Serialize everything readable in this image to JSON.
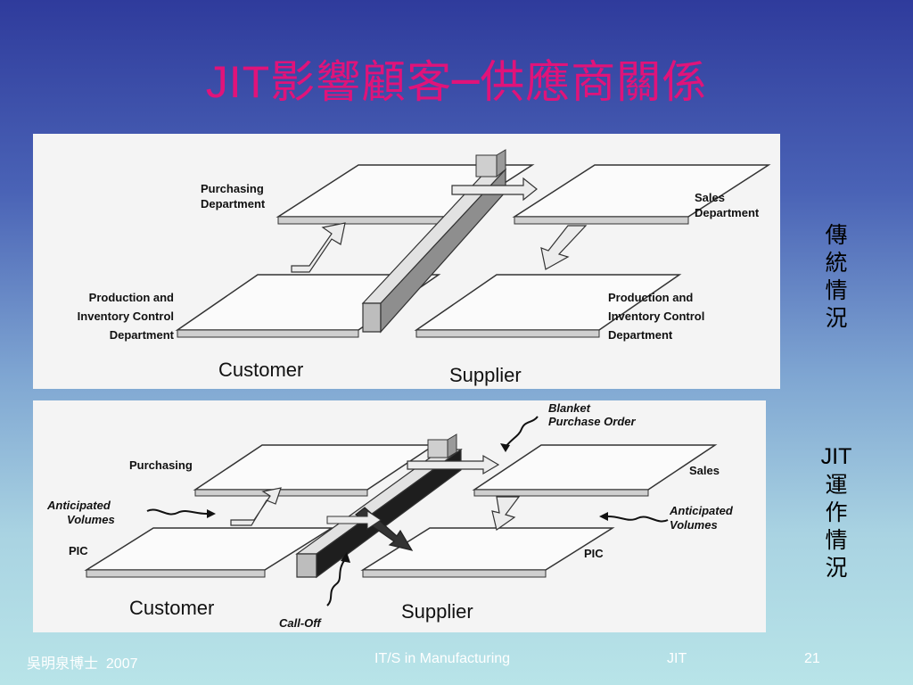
{
  "slide": {
    "title_prefix": "JIT",
    "title_main": "影響顧客─供應商關係",
    "side_traditional": [
      "傳",
      "統",
      "情",
      "況"
    ],
    "side_jit_label": "JIT",
    "side_jit": [
      "運",
      "作",
      "情",
      "況"
    ]
  },
  "traditional_diagram": {
    "purchasing": [
      "Purchasing",
      "Department"
    ],
    "sales": [
      "Sales",
      "Department"
    ],
    "pic_left": [
      "Production and",
      "Inventory Control",
      "Department"
    ],
    "pic_right": [
      "Production and",
      "Inventory Control",
      "Department"
    ],
    "customer": "Customer",
    "supplier": "Supplier"
  },
  "jit_diagram": {
    "blanket_po": [
      "Blanket",
      "Purchase Order"
    ],
    "purchasing": "Purchasing",
    "sales": "Sales",
    "anticipated_left": [
      "Anticipated",
      "Volumes"
    ],
    "anticipated_right": [
      "Anticipated",
      "Volumes"
    ],
    "pic_left": "PIC",
    "pic_right": "PIC",
    "customer": "Customer",
    "supplier": "Supplier",
    "call_off": "Call-Off"
  },
  "footer": {
    "author": "吳明泉博士",
    "year": "2007",
    "course": "IT/S in Manufacturing",
    "topic": "JIT",
    "page": "21"
  },
  "colors": {
    "title": "#e0137a",
    "footer_text": "#ffffff"
  }
}
